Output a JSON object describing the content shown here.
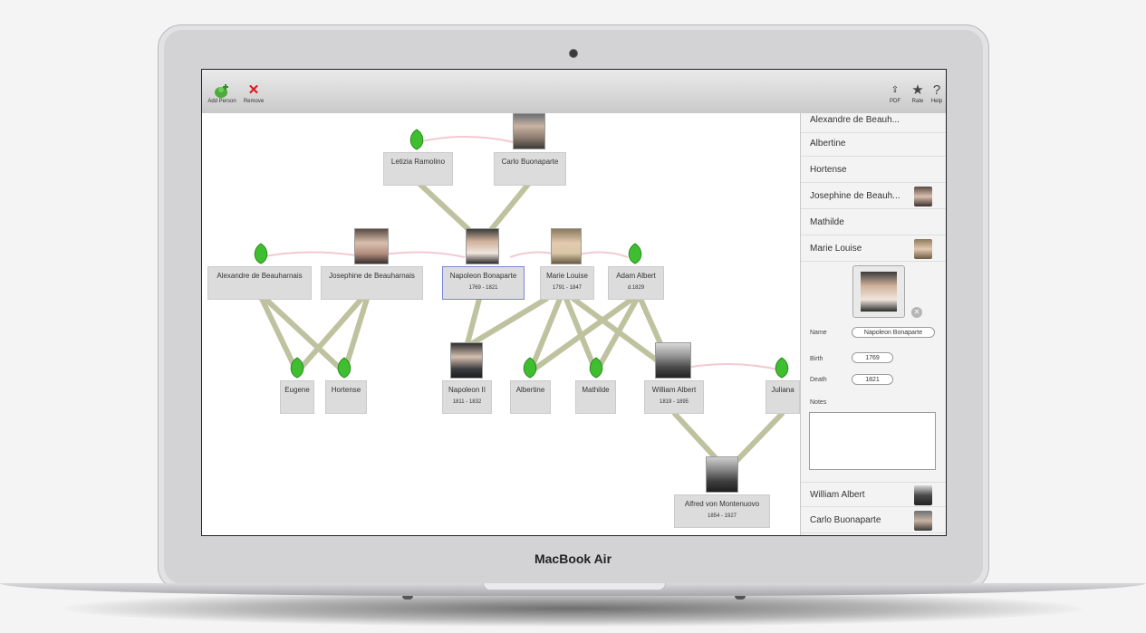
{
  "device": {
    "label": "MacBook Air"
  },
  "toolbar": {
    "add_person": "Add Person",
    "remove": "Remove",
    "pdf": "PDF",
    "rate": "Rate",
    "help": "Help"
  },
  "people": [
    {
      "name": "Letizia Ramolino",
      "dates": ""
    },
    {
      "name": "Carlo Buonaparte",
      "dates": ""
    },
    {
      "name": "Alexandre de Beauharnais",
      "dates": ""
    },
    {
      "name": "Josephine de Beauharnais",
      "dates": ""
    },
    {
      "name": "Napoleon Bonaparte",
      "dates": "1769 - 1821"
    },
    {
      "name": "Marie Louise",
      "dates": "1791 - 1847"
    },
    {
      "name": "Adam Albert",
      "dates": "d.1829"
    },
    {
      "name": "Eugene",
      "dates": ""
    },
    {
      "name": "Hortense",
      "dates": ""
    },
    {
      "name": "Napoleon II",
      "dates": "1811 - 1832"
    },
    {
      "name": "Albertine",
      "dates": ""
    },
    {
      "name": "Mathilde",
      "dates": ""
    },
    {
      "name": "William Albert",
      "dates": "1819 - 1895"
    },
    {
      "name": "Juliana",
      "dates": ""
    },
    {
      "name": "Alfred von Montenuovo",
      "dates": "1854 - 1927"
    }
  ],
  "panel": {
    "list_top": [
      "Alexandre de Beauh...",
      "Albertine",
      "Hortense",
      "Josephine de Beauh...",
      "Mathilde",
      "Marie Louise"
    ],
    "list_bottom": [
      "William Albert",
      "Carlo Buonaparte"
    ],
    "detail": {
      "name_label": "Name",
      "name_value": "Napoleon Bonaparte",
      "birth_label": "Birth",
      "birth_value": "1769",
      "death_label": "Death",
      "death_value": "1821",
      "notes_label": "Notes",
      "notes_value": ""
    }
  },
  "colors": {
    "leaf": "#3fbf2f",
    "link": "#bfc29f",
    "spouse": "#f3c9d3",
    "selected": "#7b85d6"
  }
}
